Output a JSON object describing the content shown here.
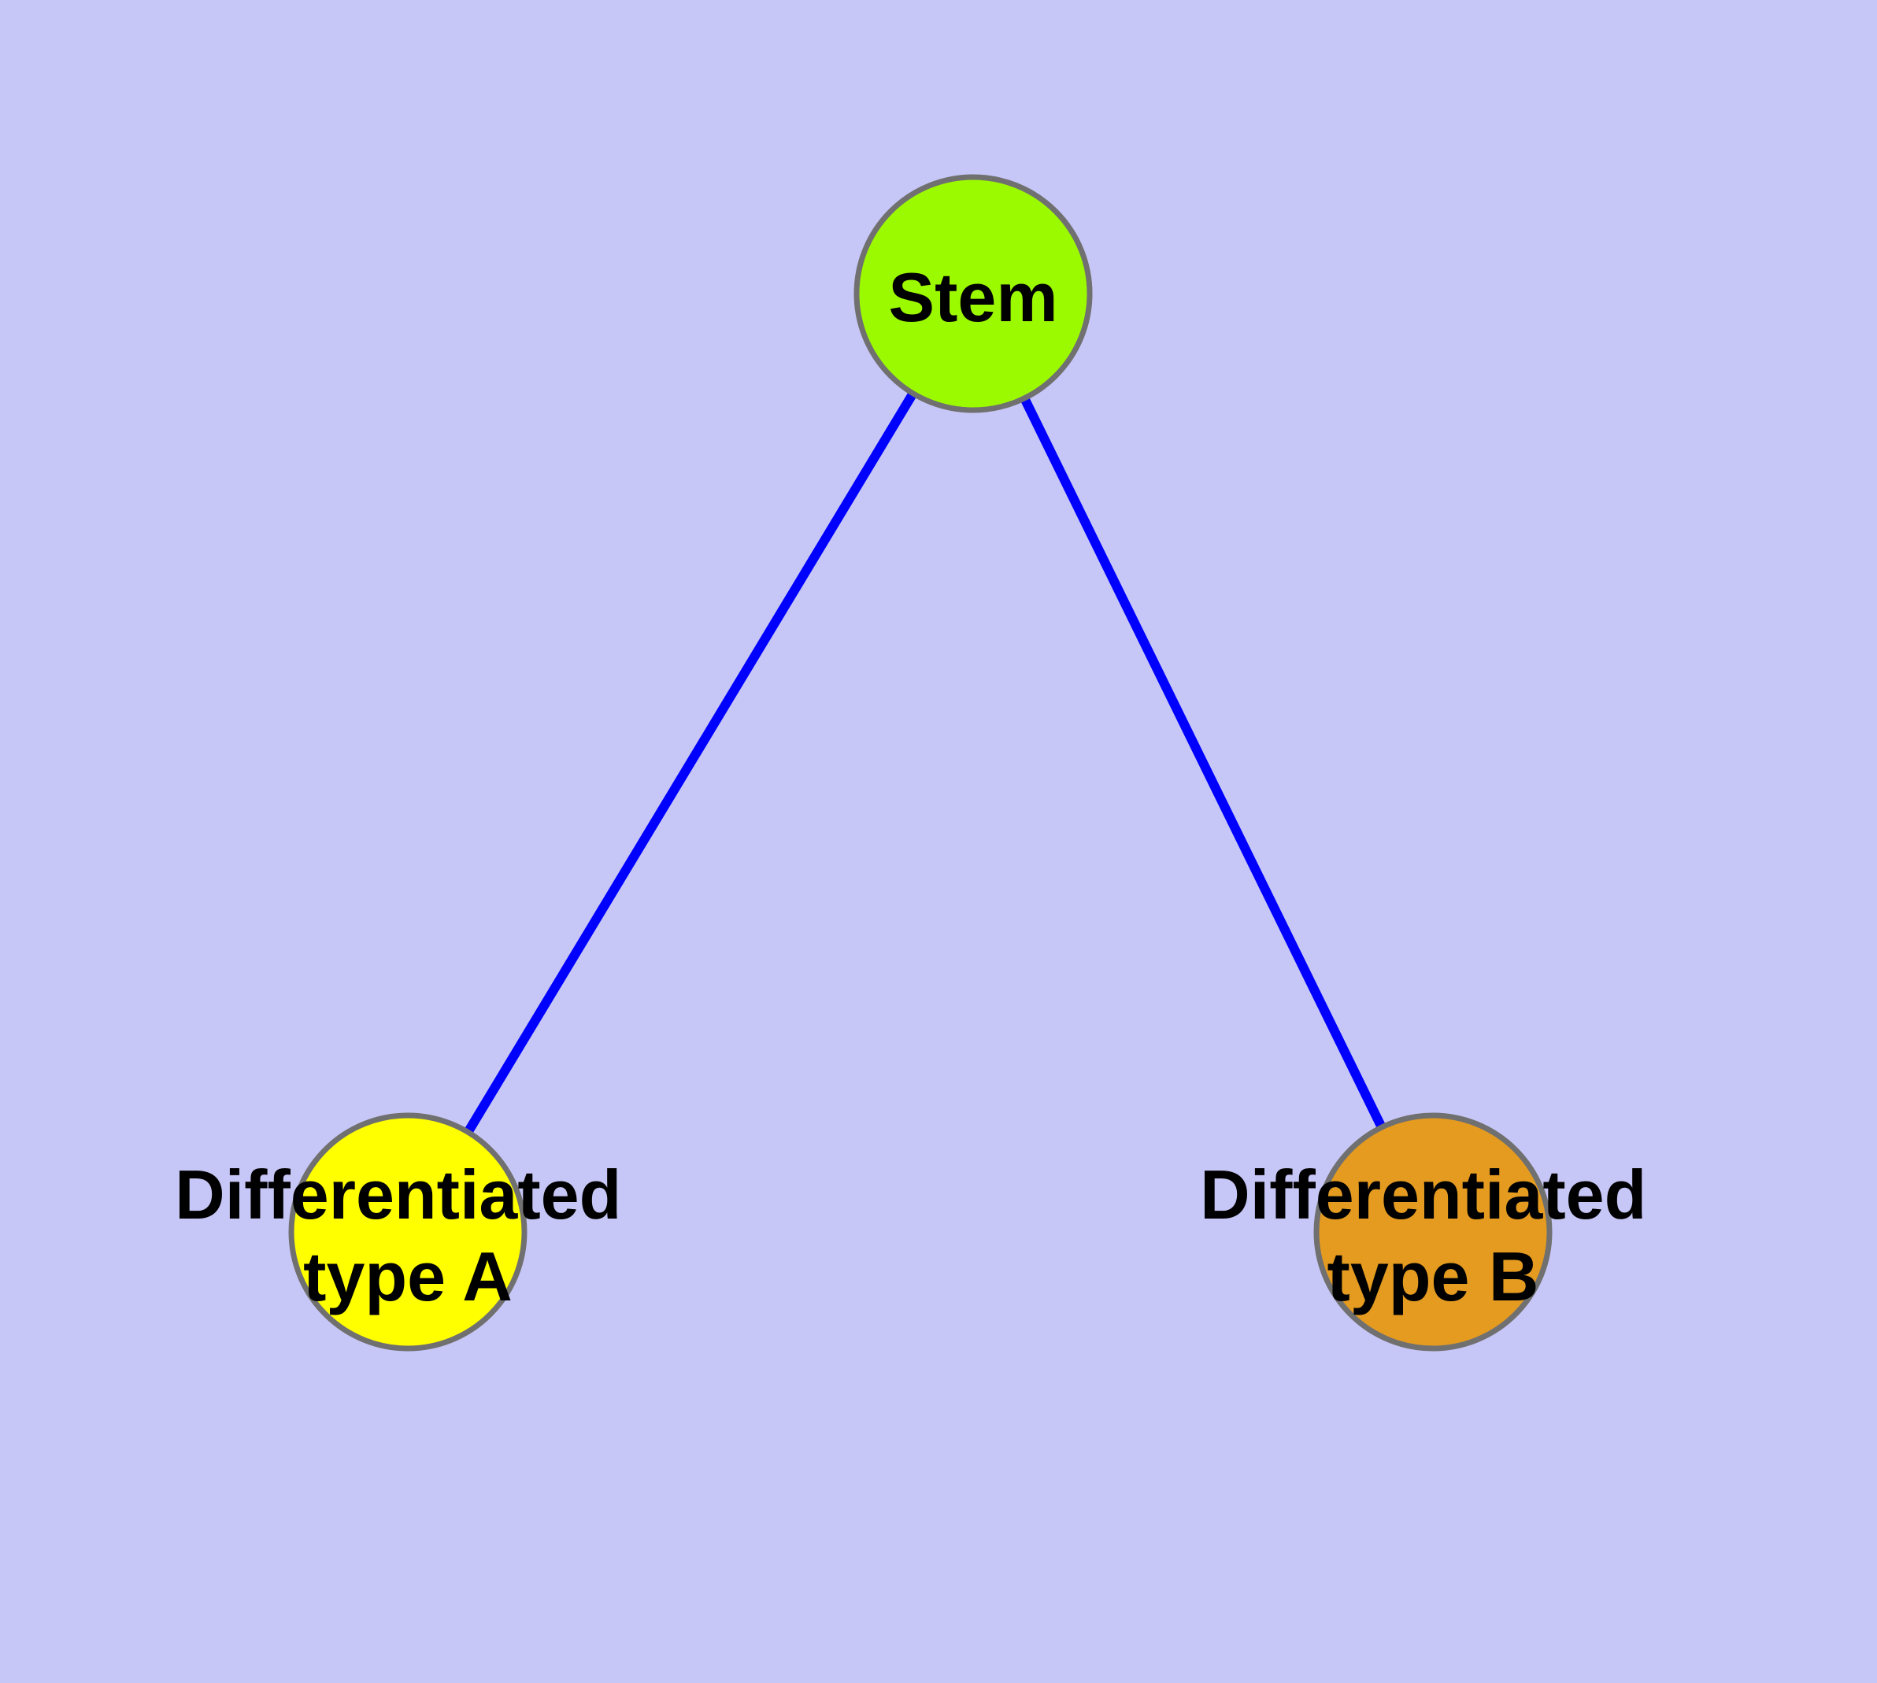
{
  "figure": {
    "background_color": "#C7C7F7",
    "edge_color": "#0000FF",
    "node_border_color": "#707070",
    "label_color": "#000000",
    "nodes": [
      {
        "id": "stem",
        "label": "Stem",
        "fill_color": "#9CFA00"
      },
      {
        "id": "type-a",
        "label_line1": "Differentiated",
        "label_line2": "type A",
        "fill_color": "#FFFF00"
      },
      {
        "id": "type-b",
        "label_line1": "Differentiated",
        "label_line2": "type B",
        "fill_color": "#E49B20"
      }
    ],
    "edges": [
      {
        "from": "Stem",
        "to": "Differentiated type A"
      },
      {
        "from": "Stem",
        "to": "Differentiated type B"
      }
    ]
  }
}
